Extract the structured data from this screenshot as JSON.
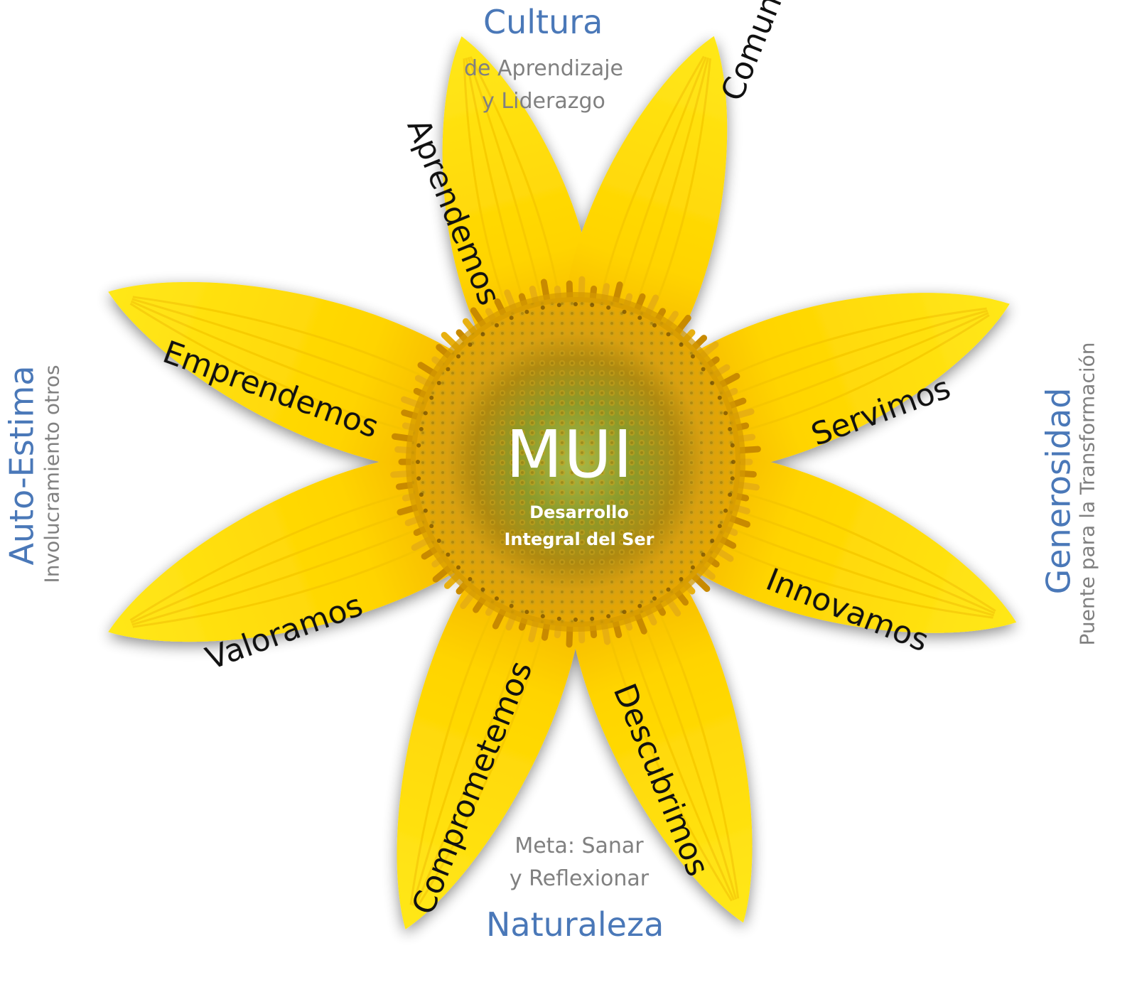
{
  "center": {
    "title": "MUI",
    "subtitle_line1": "Desarrollo",
    "subtitle_line2": "Integral del Ser"
  },
  "petals": [
    {
      "label": "Aprendemos"
    },
    {
      "label": "Comunicamos"
    },
    {
      "label": "Servimos"
    },
    {
      "label": "Innovamos"
    },
    {
      "label": "Descubrimos"
    },
    {
      "label": "Comprometemos"
    },
    {
      "label": "Valoramos"
    },
    {
      "label": "Emprendemos"
    }
  ],
  "categories": {
    "top": {
      "title": "Cultura",
      "sub_line1": "de Aprendizaje",
      "sub_line2": "y Liderazgo"
    },
    "left": {
      "title": "Auto-Estima",
      "sub": "Involucramiento otros"
    },
    "right": {
      "title": "Generosidad",
      "sub": "Puente para la Transformación"
    },
    "bottom": {
      "title": "Naturaleza",
      "sub_line1": "Meta: Sanar",
      "sub_line2": "y Reflexionar"
    }
  },
  "colors": {
    "petal": "#ffe000",
    "petal_dark": "#f5b800",
    "center_outer": "#d99a0a",
    "center_inner": "#8fa030",
    "category_blue": "#4a78b8",
    "subtitle_gray": "#808080"
  }
}
